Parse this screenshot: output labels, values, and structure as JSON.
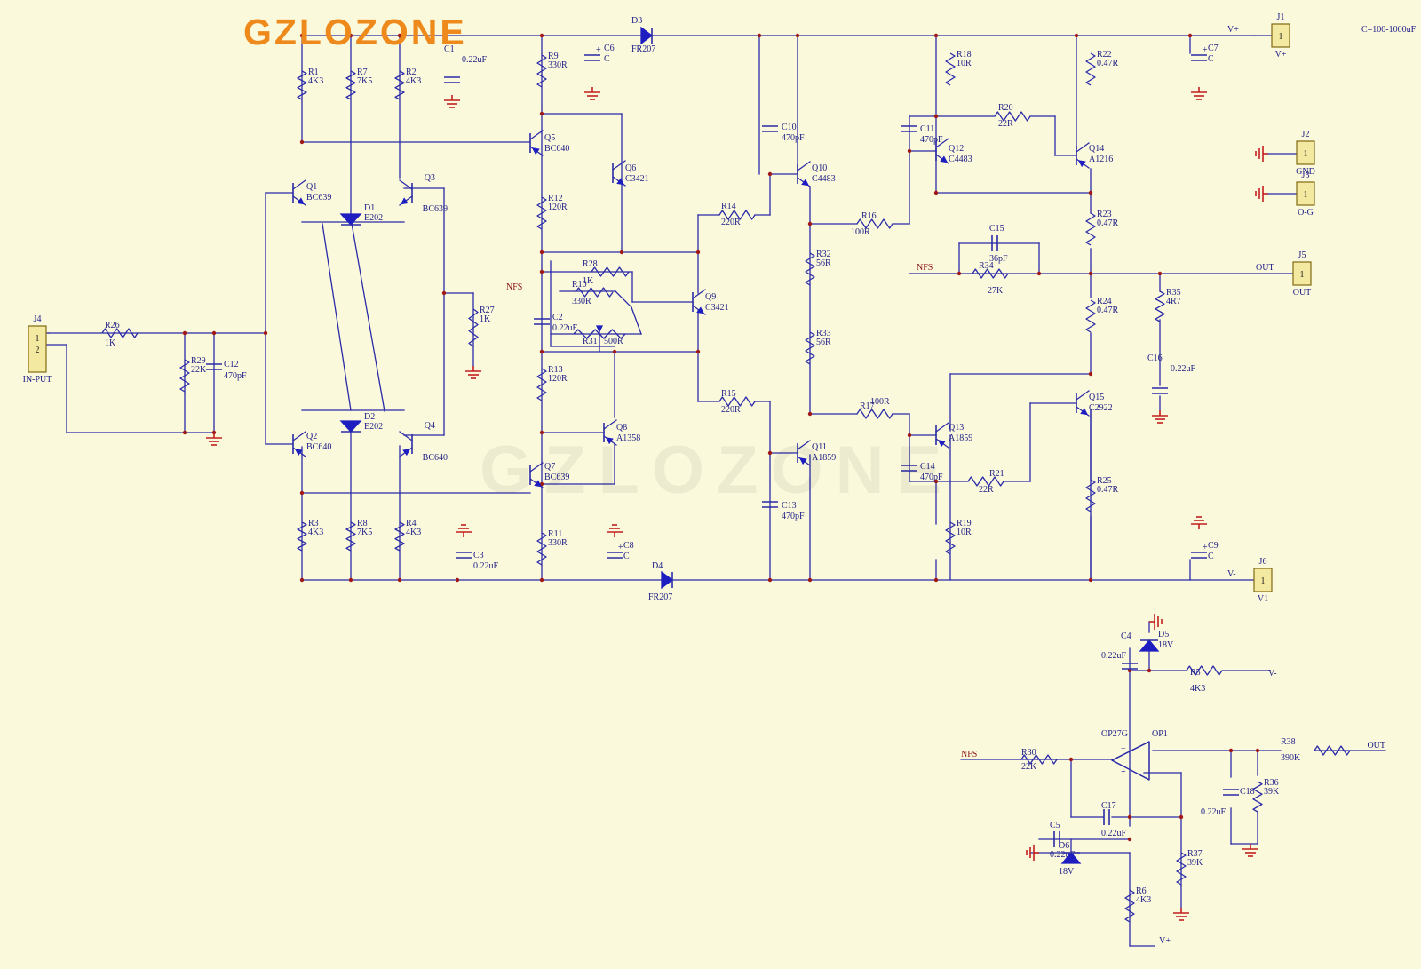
{
  "brand": "GZLOZONE",
  "watermark": "GZLOZONE",
  "note": "C=100-1000uF",
  "connectors": [
    {
      "ref": "J1",
      "pins": [
        "1"
      ],
      "net": "V+"
    },
    {
      "ref": "J2",
      "pins": [
        "1"
      ],
      "net": "GND"
    },
    {
      "ref": "J3",
      "pins": [
        "1"
      ],
      "net": "O-G"
    },
    {
      "ref": "J5",
      "pins": [
        "1"
      ],
      "net": "OUT"
    },
    {
      "ref": "J6",
      "pins": [
        "1"
      ],
      "net": "V1"
    },
    {
      "ref": "J4",
      "pins": [
        "1",
        "2"
      ],
      "net": "IN-PUT"
    }
  ],
  "nets": {
    "vplus": "V+",
    "vminus": "V-",
    "out": "OUT",
    "nfs": "NFS"
  },
  "resistors": [
    {
      "ref": "R1",
      "value": "4K3"
    },
    {
      "ref": "R2",
      "value": "4K3"
    },
    {
      "ref": "R3",
      "value": "4K3"
    },
    {
      "ref": "R4",
      "value": "4K3"
    },
    {
      "ref": "R5",
      "value": "4K3"
    },
    {
      "ref": "R6",
      "value": "4K3"
    },
    {
      "ref": "R7",
      "value": "7K5"
    },
    {
      "ref": "R8",
      "value": "7K5"
    },
    {
      "ref": "R9",
      "value": "330R"
    },
    {
      "ref": "R10",
      "value": "330R"
    },
    {
      "ref": "R11",
      "value": "330R"
    },
    {
      "ref": "R12",
      "value": "120R"
    },
    {
      "ref": "R13",
      "value": "120R"
    },
    {
      "ref": "R14",
      "value": "220R"
    },
    {
      "ref": "R15",
      "value": "220R"
    },
    {
      "ref": "R16",
      "value": "100R"
    },
    {
      "ref": "R17",
      "value": "100R"
    },
    {
      "ref": "R18",
      "value": "10R"
    },
    {
      "ref": "R19",
      "value": "10R"
    },
    {
      "ref": "R20",
      "value": "22R"
    },
    {
      "ref": "R21",
      "value": "22R"
    },
    {
      "ref": "R22",
      "value": "0.47R"
    },
    {
      "ref": "R23",
      "value": "0.47R"
    },
    {
      "ref": "R24",
      "value": "0.47R"
    },
    {
      "ref": "R25",
      "value": "0.47R"
    },
    {
      "ref": "R26",
      "value": "1K"
    },
    {
      "ref": "R27",
      "value": "1K"
    },
    {
      "ref": "R28",
      "value": "1K"
    },
    {
      "ref": "R29",
      "value": "22K"
    },
    {
      "ref": "R30",
      "value": "22K"
    },
    {
      "ref": "R31",
      "value": "500R"
    },
    {
      "ref": "R32",
      "value": "56R"
    },
    {
      "ref": "R33",
      "value": "56R"
    },
    {
      "ref": "R34",
      "value": "27K"
    },
    {
      "ref": "R35",
      "value": "4R7"
    },
    {
      "ref": "R36",
      "value": "39K"
    },
    {
      "ref": "R37",
      "value": "39K"
    },
    {
      "ref": "R38",
      "value": "390K"
    }
  ],
  "capacitors": [
    {
      "ref": "C1",
      "value": "0.22uF"
    },
    {
      "ref": "C2",
      "value": "0.22uF"
    },
    {
      "ref": "C3",
      "value": "0.22uF"
    },
    {
      "ref": "C4",
      "value": "0.22uF"
    },
    {
      "ref": "C5",
      "value": "0.22uF"
    },
    {
      "ref": "C6",
      "value": "C"
    },
    {
      "ref": "C7",
      "value": "C"
    },
    {
      "ref": "C8",
      "value": "C"
    },
    {
      "ref": "C9",
      "value": "C"
    },
    {
      "ref": "C10",
      "value": "470pF"
    },
    {
      "ref": "C11",
      "value": "470pF"
    },
    {
      "ref": "C12",
      "value": "470pF"
    },
    {
      "ref": "C13",
      "value": "470pF"
    },
    {
      "ref": "C14",
      "value": "470pF"
    },
    {
      "ref": "C15",
      "value": "36pF"
    },
    {
      "ref": "C16",
      "value": "0.22uF"
    },
    {
      "ref": "C17",
      "value": "0.22uF"
    },
    {
      "ref": "C18",
      "value": "0.22uF"
    }
  ],
  "transistors": [
    {
      "ref": "Q1",
      "part": "BC639"
    },
    {
      "ref": "Q2",
      "part": "BC640"
    },
    {
      "ref": "Q3",
      "part": "BC639"
    },
    {
      "ref": "Q4",
      "part": "BC640"
    },
    {
      "ref": "Q5",
      "part": "BC640"
    },
    {
      "ref": "Q6",
      "part": "C3421"
    },
    {
      "ref": "Q7",
      "part": "BC639"
    },
    {
      "ref": "Q8",
      "part": "A1358"
    },
    {
      "ref": "Q9",
      "part": "C3421"
    },
    {
      "ref": "Q10",
      "part": "C4483"
    },
    {
      "ref": "Q11",
      "part": "A1859"
    },
    {
      "ref": "Q12",
      "part": "C4483"
    },
    {
      "ref": "Q13",
      "part": "A1859"
    },
    {
      "ref": "Q14",
      "part": "A1216"
    },
    {
      "ref": "Q15",
      "part": "C2922"
    }
  ],
  "diodes": [
    {
      "ref": "D1",
      "part": "E202"
    },
    {
      "ref": "D2",
      "part": "E202"
    },
    {
      "ref": "D3",
      "part": "FR207"
    },
    {
      "ref": "D4",
      "part": "FR207"
    },
    {
      "ref": "D5",
      "part": "18V"
    },
    {
      "ref": "D6",
      "part": "18V"
    }
  ],
  "opamp": {
    "ref": "OP1",
    "part": "OP27G"
  }
}
